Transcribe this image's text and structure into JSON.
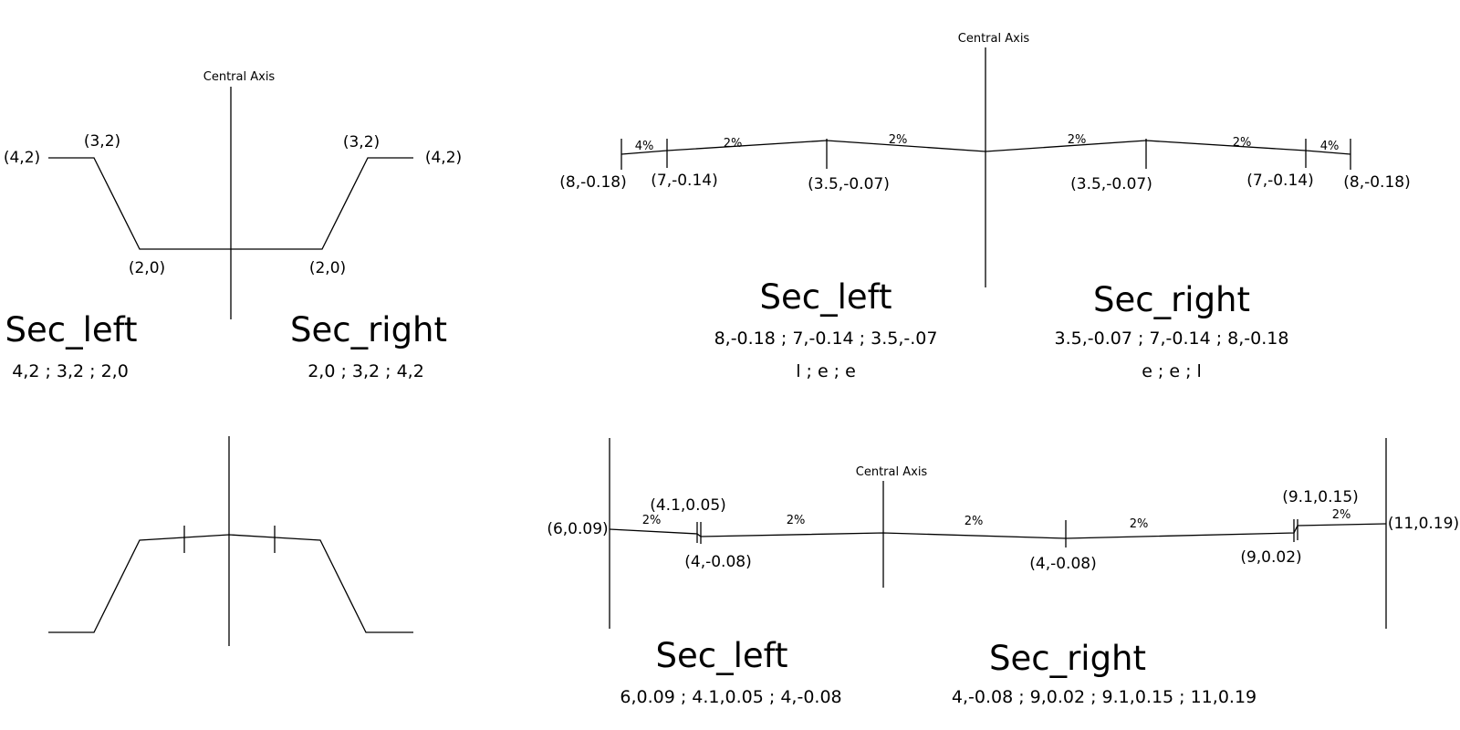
{
  "d1": {
    "axis": "Central Axis",
    "pts": [
      "(4,2)",
      "(3,2)",
      "(3,2)",
      "(4,2)",
      "(2,0)",
      "(2,0)"
    ],
    "left": {
      "title": "Sec_left",
      "coords": "4,2 ; 3,2 ; 2,0"
    },
    "right": {
      "title": "Sec_right",
      "coords": "2,0 ; 3,2 ; 4,2"
    }
  },
  "d2": {
    "axis": "Central Axis",
    "pcts": [
      "4%",
      "2%",
      "2%",
      "2%",
      "2%",
      "4%"
    ],
    "pts": [
      "(8,-0.18)",
      "(7,-0.14)",
      "(3.5,-0.07)",
      "(3.5,-0.07)",
      "(7,-0.14)",
      "(8,-0.18)"
    ],
    "left": {
      "title": "Sec_left",
      "coords": "8,-0.18 ; 7,-0.14 ; 3.5,-.07",
      "types": "l ; e ; e"
    },
    "right": {
      "title": "Sec_right",
      "coords": "3.5,-0.07 ; 7,-0.14 ; 8,-0.18",
      "types": "e ; e ; l"
    }
  },
  "d4": {
    "axis": "Central Axis",
    "pcts": [
      "2%",
      "2%",
      "2%",
      "2%",
      "2%"
    ],
    "pts": [
      "(6,0.09)",
      "(4.1,0.05)",
      "(4,-0.08)",
      "(4,-0.08)",
      "(9.1,0.15)",
      "(9,0.02)",
      "(11,0.19)"
    ],
    "left": {
      "title": "Sec_left",
      "coords": "6,0.09 ; 4.1,0.05 ; 4,-0.08"
    },
    "right": {
      "title": "Sec_right",
      "coords": "4,-0.08 ; 9,0.02 ; 9.1,0.15 ; 11,0.19"
    }
  }
}
